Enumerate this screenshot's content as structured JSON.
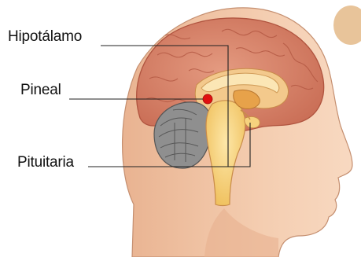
{
  "labels": {
    "hypothalamus": "Hipotálamo",
    "pineal": "Pineal",
    "pituitary": "Pituitaria"
  },
  "colors": {
    "skin": "#f2c6a6",
    "brain": "#d9836a",
    "cerebellum": "#8f8f8f",
    "brainstem": "#f6d27e",
    "pineal_marker": "#e01010",
    "leader_lines": "#222222"
  }
}
